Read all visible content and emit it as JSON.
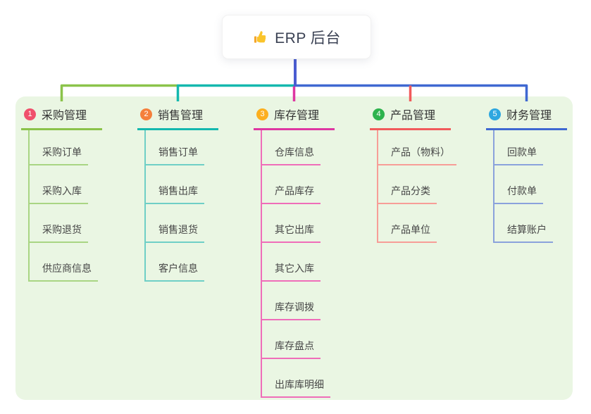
{
  "root": {
    "title": "ERP 后台",
    "icon": "thumbs-up-icon",
    "connector_color": "#4a5cd1"
  },
  "canvas": {
    "background": "#ffffff",
    "panel_background": "#eaf6e3"
  },
  "branches": [
    {
      "number": "1",
      "title": "采购管理",
      "badge_color": "#f0506c",
      "line_color": "#8bc34a",
      "child_line_color": "#a9d583",
      "children": [
        "采购订单",
        "采购入库",
        "采购退货",
        "供应商信息"
      ]
    },
    {
      "number": "2",
      "title": "销售管理",
      "badge_color": "#f5803c",
      "line_color": "#14b8ae",
      "child_line_color": "#6fcfc6",
      "children": [
        "销售订单",
        "销售出库",
        "销售退货",
        "客户信息"
      ]
    },
    {
      "number": "3",
      "title": "库存管理",
      "badge_color": "#fcaf1f",
      "line_color": "#de37a2",
      "child_line_color": "#ef6db9",
      "children": [
        "仓库信息",
        "产品库存",
        "其它出库",
        "其它入库",
        "库存调拨",
        "库存盘点",
        "出库库明细"
      ]
    },
    {
      "number": "4",
      "title": "产品管理",
      "badge_color": "#2db34d",
      "line_color": "#f15b5b",
      "child_line_color": "#f79d97",
      "children": [
        "产品（物料）",
        "产品分类",
        "产品单位"
      ]
    },
    {
      "number": "5",
      "title": "财务管理",
      "badge_color": "#2ea7e0",
      "line_color": "#3f68d1",
      "child_line_color": "#8aa2dc",
      "children": [
        "回款单",
        "付款单",
        "结算账户"
      ]
    }
  ]
}
